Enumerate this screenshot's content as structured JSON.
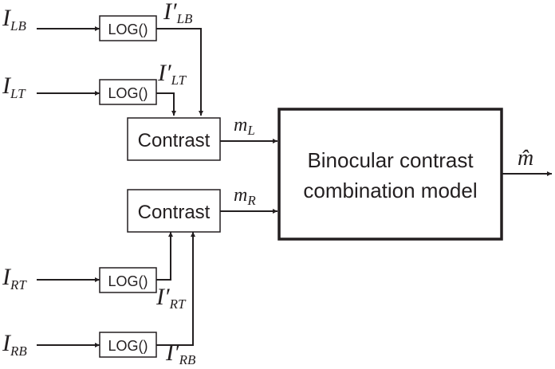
{
  "diagram": {
    "log_label": "LOG()",
    "contrast_label": "Contrast",
    "model_label_line1": "Binocular contrast",
    "model_label_line2": "combination model",
    "input_base": "I",
    "output_base": "I′",
    "m_base": "m",
    "output_symbol": "m̂",
    "subscripts": {
      "lb": "LB",
      "lt": "LT",
      "rt": "RT",
      "rb": "RB",
      "l": "L",
      "r": "R"
    }
  }
}
